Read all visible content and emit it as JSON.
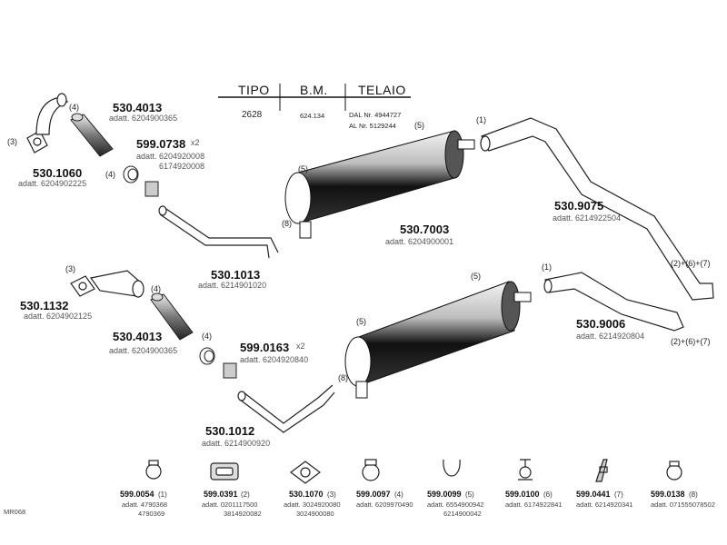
{
  "header": {
    "col1": "TIPO",
    "col2": "B.M.",
    "col3": "TELAIO",
    "tipo_value": "2628",
    "bm_value": "624.134",
    "telaio_dal": "DAL Nr. 4944727",
    "telaio_al": "AL Nr. 5129244"
  },
  "upper": {
    "c_530_4013": {
      "code": "530.4013",
      "adatt": "adatt. 6204900365"
    },
    "c_599_0738": {
      "code": "599.0738",
      "qty": "x2",
      "adatt": "adatt. 6204920008",
      "adatt2": "6174920008"
    },
    "c_530_1060": {
      "code": "530.1060",
      "adatt": "adatt. 6204902225"
    },
    "c_530_7003": {
      "code": "530.7003",
      "adatt": "adatt. 6204900001"
    },
    "c_530_9075": {
      "code": "530.9075",
      "adatt": "adatt. 6214922504"
    },
    "c_530_1013": {
      "code": "530.1013",
      "adatt": "adatt. 6214901020"
    },
    "plus_a": "(2)+(6)+(7)"
  },
  "lower": {
    "c_530_1132": {
      "code": "530.1132",
      "adatt": "adatt. 6204902125"
    },
    "c_530_4013": {
      "code": "530.4013",
      "adatt": "adatt. 6204900365"
    },
    "c_599_0163": {
      "code": "599.0163",
      "qty": "x2",
      "adatt": "adatt. 6204920840"
    },
    "c_530_9006": {
      "code": "530.9006",
      "adatt": "adatt. 6214920804"
    },
    "c_530_1012": {
      "code": "530.1012",
      "adatt": "adatt. 6214900920"
    },
    "plus_b": "(2)+(6)+(7)"
  },
  "markers": {
    "m3": "(3)",
    "m4": "(4)",
    "m5": "(5)",
    "m8": "(8)",
    "m1": "(1)"
  },
  "legend": [
    {
      "code": "599.0054",
      "qty": "(1)",
      "ref1": "adatt. 4790368",
      "ref2": "4790369",
      "icon": "clamp-ring-icon"
    },
    {
      "code": "599.0391",
      "qty": "(2)",
      "ref1": "adatt. 0201117500",
      "ref2": "3814920082",
      "icon": "rubber-mount-icon"
    },
    {
      "code": "530.1070",
      "qty": "(3)",
      "ref1": "adatt. 3024920080",
      "ref2": "3024900080",
      "icon": "flange-gasket-icon"
    },
    {
      "code": "599.0097",
      "qty": "(4)",
      "ref1": "adatt. 6209970490",
      "ref2": "",
      "icon": "band-clamp-icon"
    },
    {
      "code": "599.0099",
      "qty": "(5)",
      "ref1": "adatt. 6554900942",
      "ref2": "6214900042",
      "icon": "u-bolt-icon"
    },
    {
      "code": "599.0100",
      "qty": "(6)",
      "ref1": "adatt. 6174922841",
      "ref2": "",
      "icon": "hanger-clamp-icon"
    },
    {
      "code": "599.0441",
      "qty": "(7)",
      "ref1": "adatt. 6214920341",
      "ref2": "",
      "icon": "bracket-icon"
    },
    {
      "code": "599.0138",
      "qty": "(8)",
      "ref1": "adatt. 071555078502",
      "ref2": "",
      "icon": "pipe-clamp-icon"
    }
  ],
  "footer_code": "MR068"
}
